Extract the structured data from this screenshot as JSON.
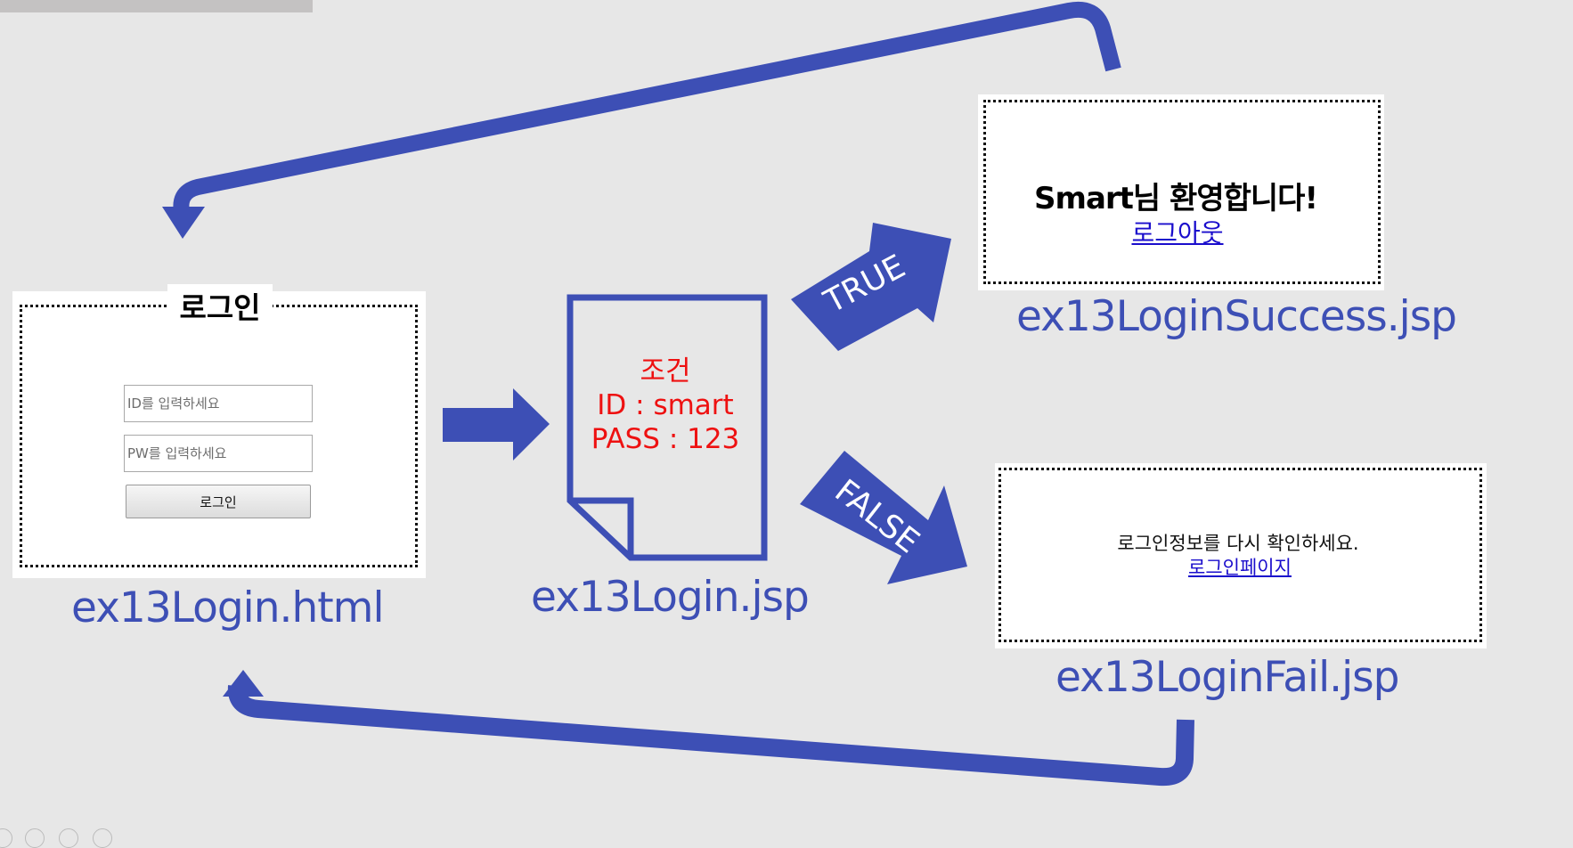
{
  "login_page": {
    "title": "로그인",
    "id_placeholder": "ID를 입력하세요",
    "pw_placeholder": "PW를 입력하세요",
    "button_label": "로그인",
    "filename": "ex13Login.html"
  },
  "login_jsp": {
    "condition_title": "조건",
    "condition_id": "ID : smart",
    "condition_pass": "PASS : 123",
    "filename": "ex13Login.jsp"
  },
  "branches": {
    "true_label": "TRUE",
    "false_label": "FALSE"
  },
  "success_page": {
    "welcome": "Smart님 환영합니다!",
    "logout_link": "로그아웃",
    "filename": "ex13LoginSuccess.jsp"
  },
  "fail_page": {
    "message": "로그인정보를 다시 확인하세요.",
    "login_page_link": "로그인페이지",
    "filename": "ex13LoginFail.jsp"
  },
  "colors": {
    "arrow": "#3d4fb5",
    "condition_text": "#ee1111",
    "link": "#1a0dcc",
    "background": "#e7e7e7"
  }
}
